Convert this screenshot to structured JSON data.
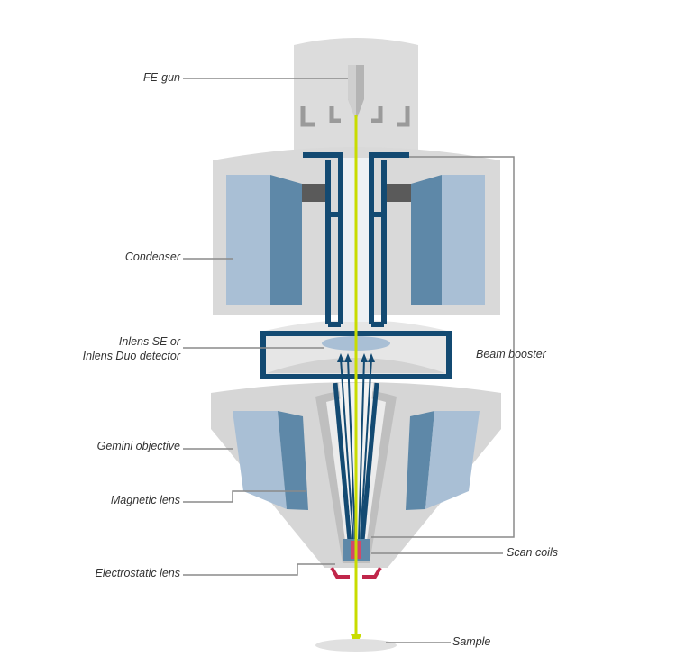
{
  "labels": {
    "fe_gun": "FE-gun",
    "condenser": "Condenser",
    "inlens_line1": "Inlens SE or",
    "inlens_line2": "Inlens Duo detector",
    "gemini_objective": "Gemini objective",
    "magnetic_lens": "Magnetic lens",
    "electrostatic_lens": "Electrostatic lens",
    "beam_booster": "Beam booster",
    "scan_coils": "Scan coils",
    "sample": "Sample"
  },
  "colors": {
    "housing": "#dcdcdc",
    "housing_dark": "#c8c8c8",
    "lens_light": "#a9bfd5",
    "lens_dark": "#5e88a8",
    "booster_tube": "#134a72",
    "beam": "#c8dc00",
    "electrostatic": "#c0264a",
    "leader": "#8a8a8a"
  }
}
